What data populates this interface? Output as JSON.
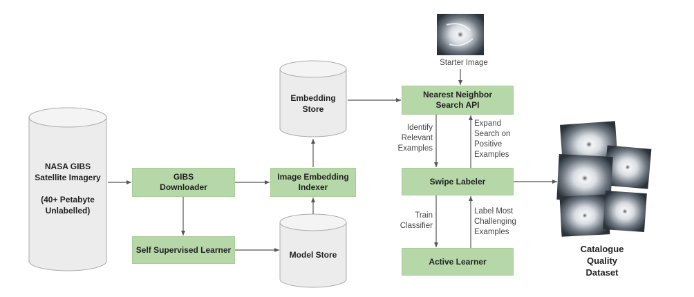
{
  "cylinders": {
    "nasa": "NASA GIBS\nSatellite Imagery\n\n(40+ Petabyte\nUnlabelled)",
    "embedding_store": "Embedding\nStore",
    "model_store": "Model Store"
  },
  "boxes": {
    "gibs_downloader": "GIBS\nDownloader",
    "self_supervised": "Self Supervised Learner",
    "image_embedding_indexer": "Image Embedding\nIndexer",
    "nearest_neighbor": "Nearest Neighbor\nSearch API",
    "swipe_labeler": "Swipe Labeler",
    "active_learner": "Active Learner"
  },
  "labels": {
    "starter_image": "Starter Image",
    "identify": "Identify\nRelevant\nExamples",
    "expand": "Expand\nSearch on\nPositive\nExamples",
    "train": "Train\nClassifier",
    "label_most": "Label Most\nChallenging\nExamples",
    "catalogue": "Catalogue\nQuality\nDataset"
  },
  "colors": {
    "box_fill": "#b6d7a8",
    "cylinder_fill": "#ececec",
    "arrow": "#555555"
  }
}
